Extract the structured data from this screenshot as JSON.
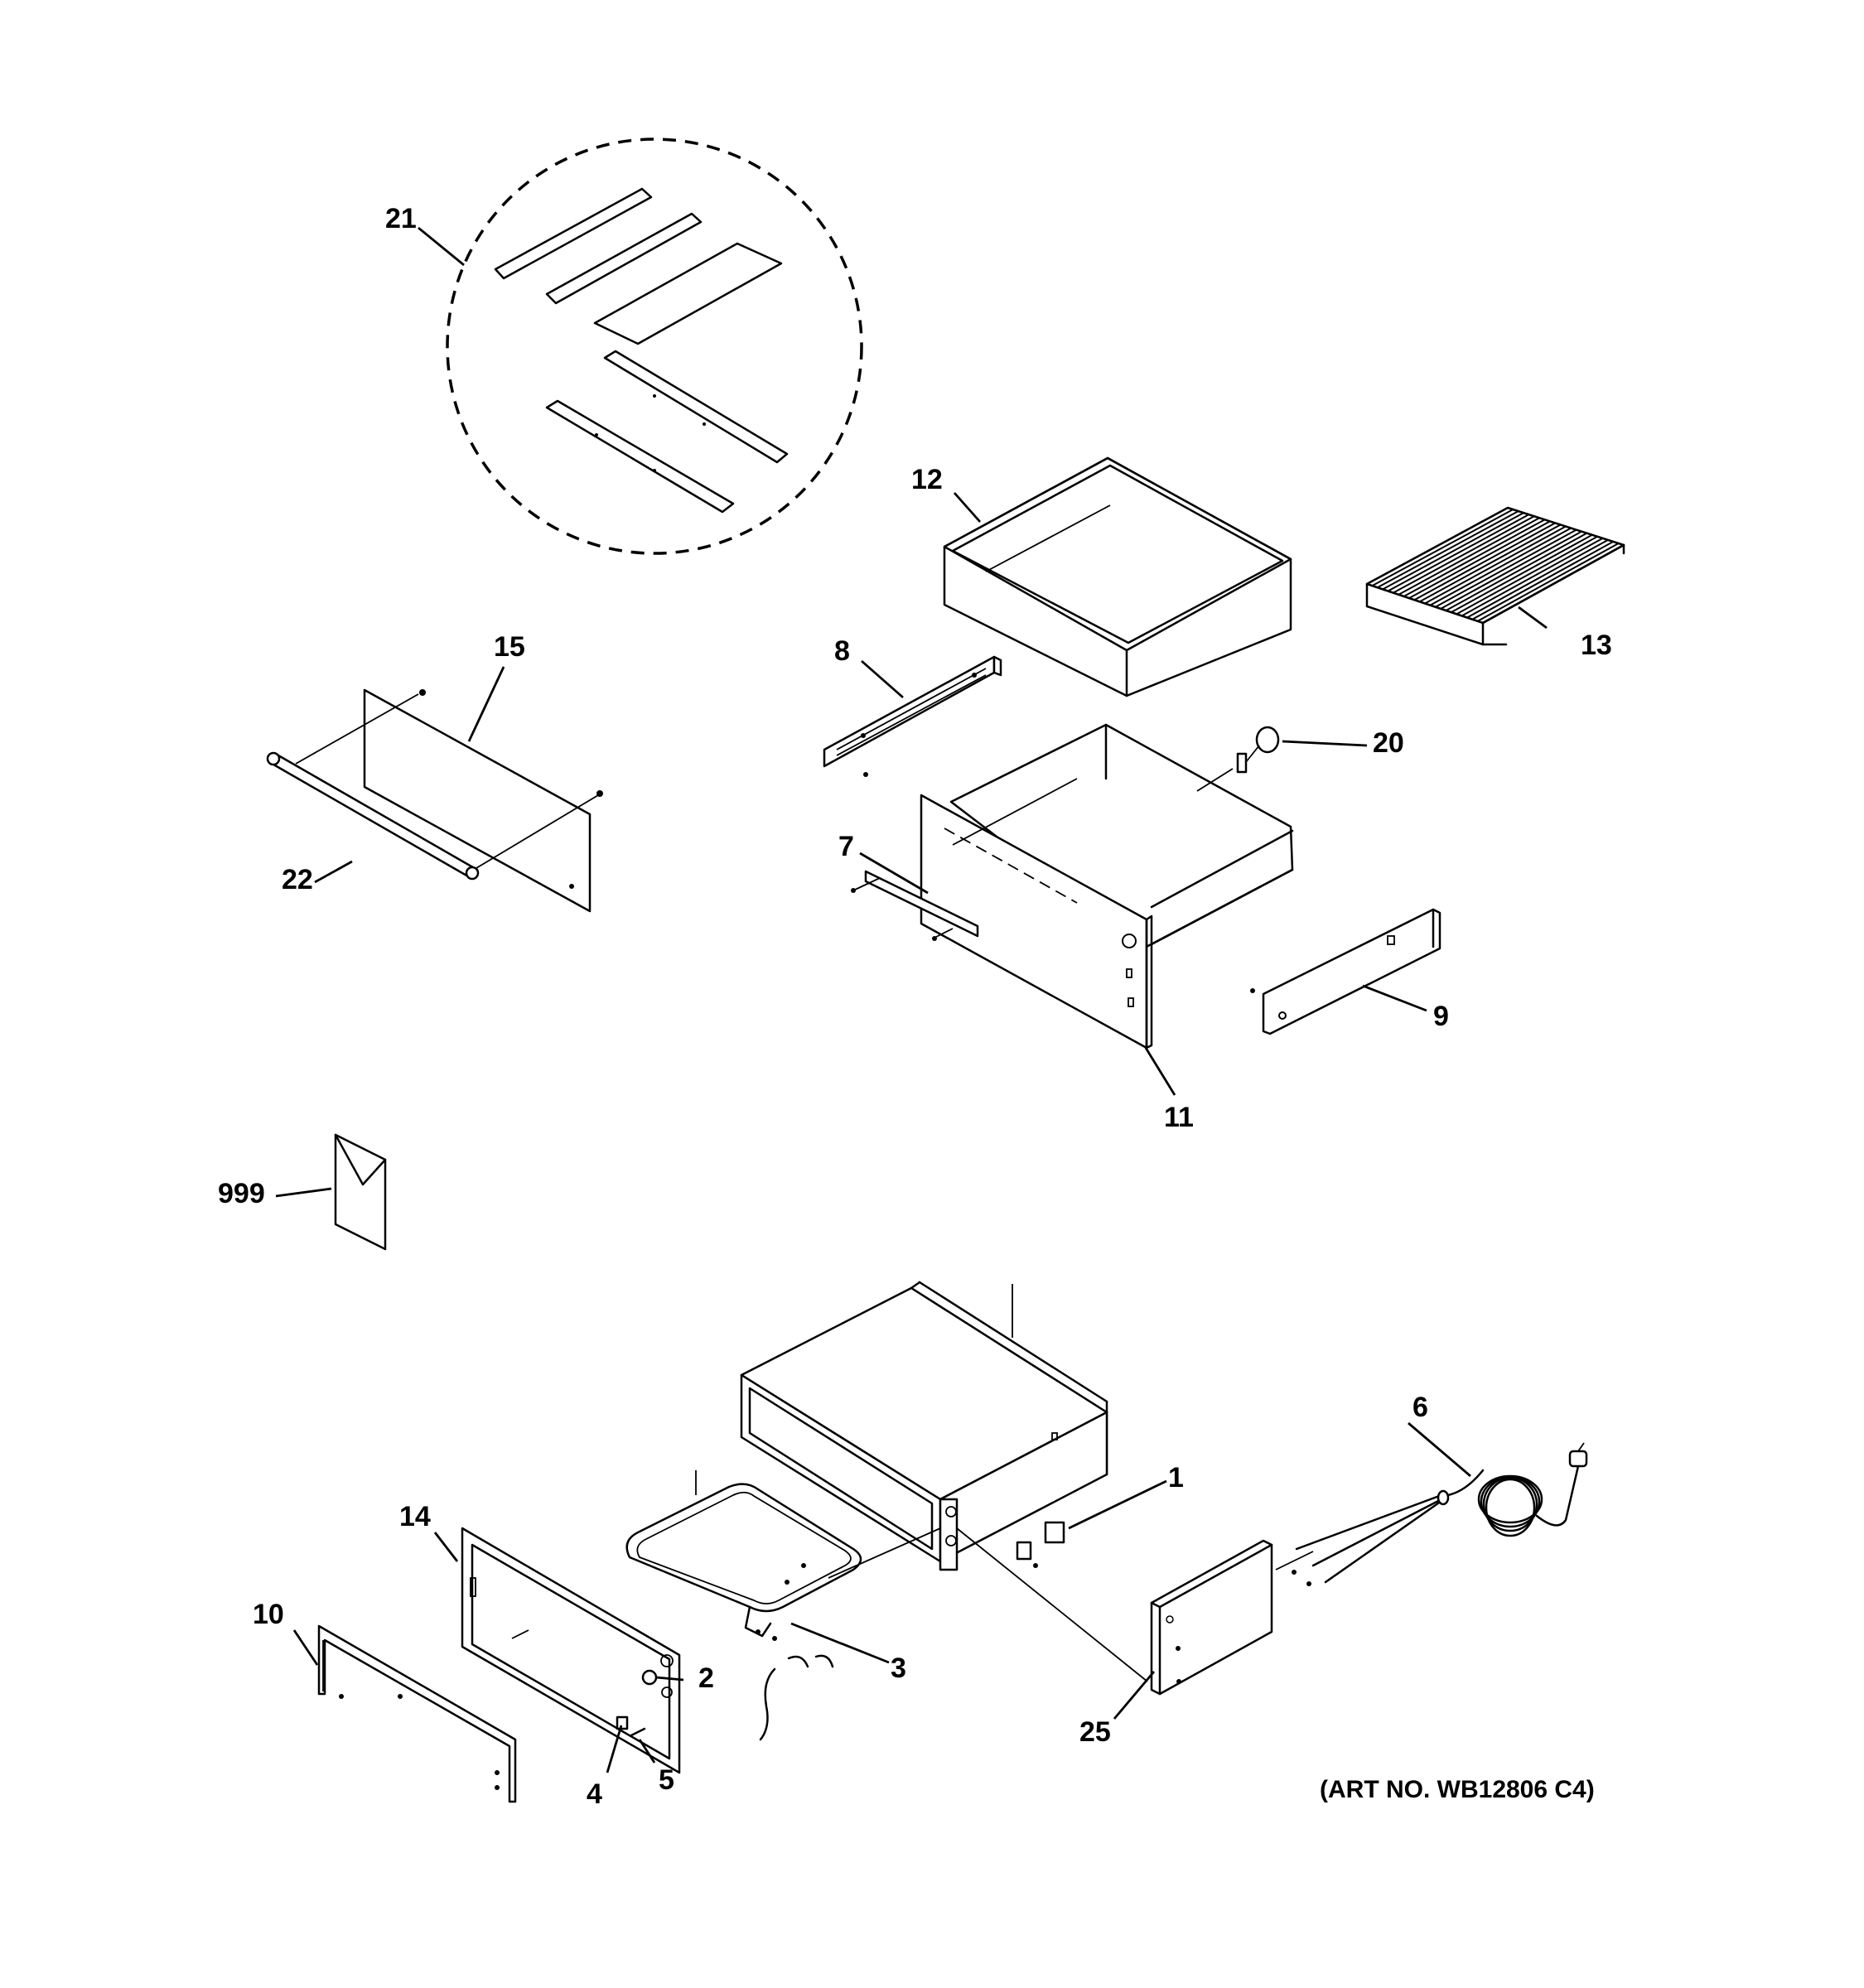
{
  "callouts": {
    "c1": "1",
    "c2": "2",
    "c3": "3",
    "c4": "4",
    "c5": "5",
    "c6": "6",
    "c7": "7",
    "c8": "8",
    "c9": "9",
    "c10": "10",
    "c11": "11",
    "c12": "12",
    "c13": "13",
    "c14": "14",
    "c15": "15",
    "c20": "20",
    "c21": "21",
    "c22": "22",
    "c25": "25",
    "c999": "999"
  },
  "art_number": "(ART NO. WB12806 C4)"
}
